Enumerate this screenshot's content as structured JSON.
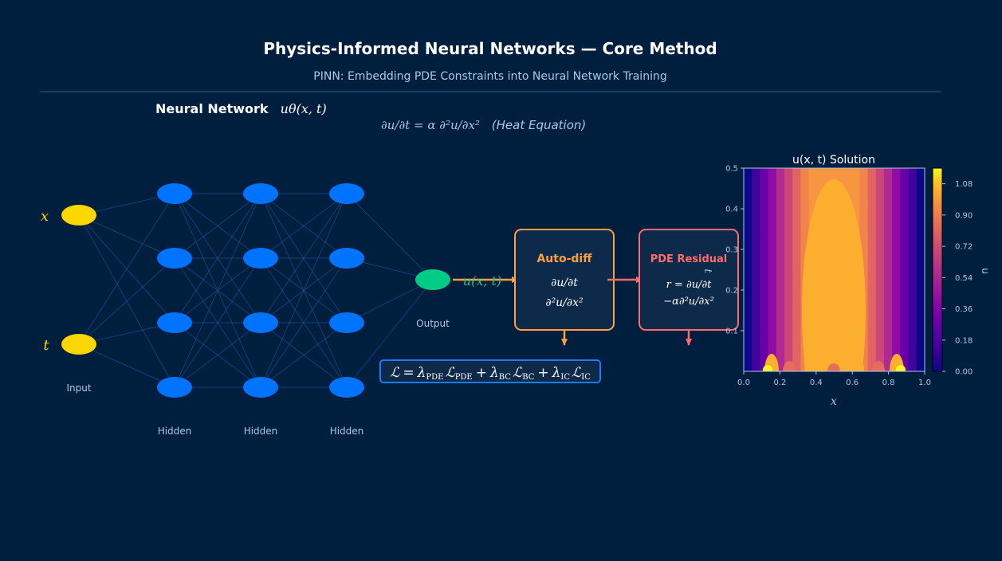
{
  "header": {
    "title": "Physics-Informed Neural Networks — Core Method",
    "subtitle": "PINN: Embedding PDE Constraints into Neural Network Training"
  },
  "network": {
    "label_bold": "Neural Network",
    "label_math": "uθ(x, t)",
    "inputs": [
      "x",
      "t"
    ],
    "input_caption": "Input",
    "hidden_caption": "Hidden",
    "output_caption": "Output",
    "output_symbol": "u(x, t)"
  },
  "equation": {
    "pde": "∂u/∂t = α ∂²u/∂x²",
    "name": "(Heat Equation)"
  },
  "autodiff": {
    "title": "Auto-diff",
    "line1": "∂u/∂t",
    "line2": "∂²u/∂x²"
  },
  "residual": {
    "title": "PDE Residual",
    "line1": "r = ∂u/∂t",
    "line2": "−α∂²u/∂x²"
  },
  "loss": {
    "L": "ℒ",
    "eq": "=",
    "lam": "λ",
    "plus": "+",
    "pde": "PDE",
    "bc": "BC",
    "ic": "IC"
  },
  "colors": {
    "background": "#001f3f",
    "input_node": "#ffd700",
    "hidden_node": "#0074ff",
    "output_node": "#00cc88",
    "autodiff_accent": "#ffa040",
    "residual_accent": "#ff6b6b",
    "loss_border": "#1f7aff"
  },
  "chart_data": {
    "type": "heatmap",
    "title": "u(x, t) Solution",
    "xlabel": "x",
    "ylabel": "t",
    "xlim": [
      0.0,
      1.0
    ],
    "ylim": [
      0.0,
      0.5
    ],
    "xticks": [
      "0.0",
      "0.2",
      "0.4",
      "0.6",
      "0.8",
      "1.0"
    ],
    "yticks": [
      "0.1",
      "0.2",
      "0.3",
      "0.4",
      "0.5"
    ],
    "colorbar": {
      "label": "u",
      "ticks": [
        "0.00",
        "0.18",
        "0.36",
        "0.54",
        "0.72",
        "0.90",
        "1.08"
      ],
      "range": [
        0.0,
        1.17
      ]
    },
    "colormap": "plasma",
    "grid": false
  }
}
